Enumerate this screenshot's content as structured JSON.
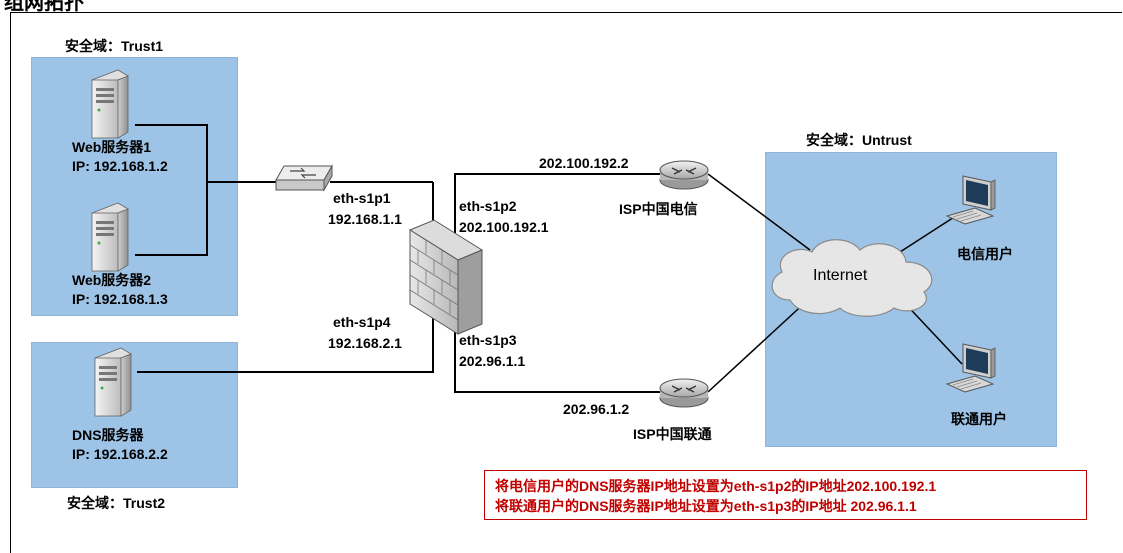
{
  "header_fragment": "组网拓扑",
  "zones": {
    "trust1": "安全域：Trust1",
    "trust2": "安全域：Trust2",
    "untrust": "安全域：Untrust"
  },
  "servers": {
    "web1_name": "Web服务器1",
    "web1_ip": "IP: 192.168.1.2",
    "web2_name": "Web服务器2",
    "web2_ip": "IP: 192.168.1.3",
    "dns_name": "DNS服务器",
    "dns_ip": "IP: 192.168.2.2"
  },
  "firewall_ports": {
    "p1_name": "eth-s1p1",
    "p1_ip": "192.168.1.1",
    "p2_name": "eth-s1p2",
    "p2_ip": "202.100.192.1",
    "p3_name": "eth-s1p3",
    "p3_ip": "202.96.1.1",
    "p4_name": "eth-s1p4",
    "p4_ip": "192.168.2.1"
  },
  "isps": {
    "telecom_ip": "202.100.192.2",
    "telecom_name": "ISP中国电信",
    "unicom_ip": "202.96.1.2",
    "unicom_name": "ISP中国联通"
  },
  "internet_label": "Internet",
  "users": {
    "telecom": "电信用户",
    "unicom": "联通用户"
  },
  "notes": [
    "将电信用户的DNS服务器IP地址设置为eth-s1p2的IP地址202.100.192.1",
    "将联通用户的DNS服务器IP地址设置为eth-s1p3的IP地址 202.96.1.1"
  ],
  "colors": {
    "zone_fill": "#9dc3e6",
    "note_text": "#c00000",
    "line": "#000000"
  },
  "icons": [
    "server-icon",
    "switch-icon",
    "firewall-icon",
    "router-icon",
    "cloud-icon",
    "pc-icon"
  ]
}
